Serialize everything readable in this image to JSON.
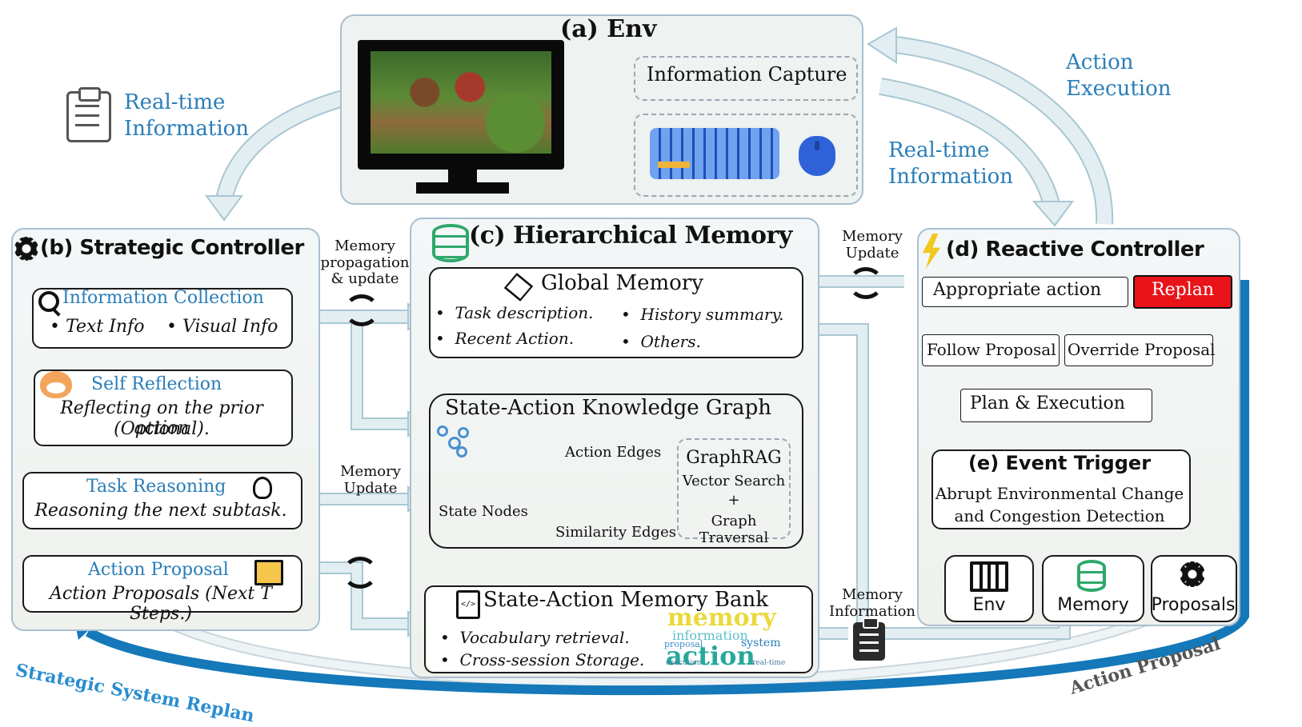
{
  "env": {
    "title": "(a) Env",
    "info_capture": "Information Capture"
  },
  "left_labels": {
    "realtime_info": "Real-time\nInformation",
    "strategic_replan": "Strategic System Replan"
  },
  "right_labels": {
    "action_execution": "Action\nExecution",
    "realtime_info": "Real-time\nInformation",
    "action_proposal": "Action Proposal"
  },
  "strategic": {
    "title": "(b) Strategic Controller",
    "info_collection": {
      "title": "Information Collection",
      "items": [
        "Text Info",
        "Visual Info"
      ]
    },
    "self_reflection": {
      "title": "Self Reflection",
      "desc": "Reflecting on the prior action",
      "note": "(Optional)."
    },
    "task_reasoning": {
      "title": "Task Reasoning",
      "desc": "Reasoning the next subtask."
    },
    "action_proposal": {
      "title": "Action Proposal",
      "desc": "Action Proposals (Next T Steps.)"
    }
  },
  "connectors": {
    "mem_prop": "Memory\npropagation\n& update",
    "mem_update_left": "Memory\nUpdate",
    "mem_update_right": "Memory\nUpdate",
    "mem_info": "Memory\nInformation"
  },
  "memory": {
    "title": "(c) Hierarchical Memory",
    "global": {
      "title": "Global Memory",
      "items": [
        "Task description.",
        "History summary.",
        "Recent Action.",
        "Others."
      ]
    },
    "graph": {
      "title": "State-Action  Knowledge Graph",
      "action_edges": "Action Edges",
      "state_nodes": "State Nodes",
      "similarity_edges": "Similarity  Edges",
      "graphrag": {
        "title": "GraphRAG",
        "line1": "Vector Search",
        "plus": "+",
        "line2": "Graph Traversal"
      }
    },
    "bank": {
      "title": "State-Action  Memory Bank",
      "items": [
        "Vocabulary retrieval.",
        "Cross-session Storage."
      ],
      "cloud": [
        "memory",
        "information",
        "proposal",
        "system",
        "action",
        "execution",
        "real-time"
      ]
    }
  },
  "reactive": {
    "title": "(d) Reactive Controller",
    "appropriate": "Appropriate action",
    "replan": "Replan",
    "follow": "Follow  Proposal",
    "override": "Override Proposal",
    "plan_exec": "Plan & Execution",
    "event": {
      "title": "(e) Event Trigger",
      "line1": "Abrupt Environmental  Change",
      "line2": "and Congestion Detection"
    },
    "inputs": [
      "Env",
      "Memory",
      "Proposals"
    ]
  },
  "colors": {
    "accent_blue": "#2a7db8",
    "replan_red": "#e8141a",
    "arrow_fill": "#e3eef2",
    "arrow_stroke": "#a9c7d3",
    "thick_blue": "#1478b9",
    "db_green": "#2ea86b"
  }
}
